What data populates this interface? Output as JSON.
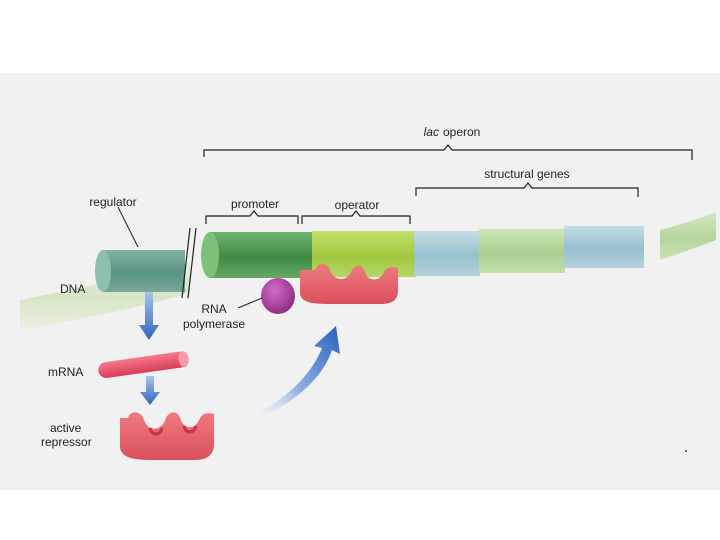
{
  "labels": {
    "lac_italic": "lac",
    "operon_word": "operon",
    "structural_genes": "structural genes",
    "regulator": "regulator",
    "promoter": "promoter",
    "operator": "operator",
    "dna": "DNA",
    "rna_line1": "RNA",
    "rna_line2": "polymerase",
    "mrna": "mRNA",
    "active": "active",
    "repressor": "repressor"
  },
  "colors": {
    "panel": "#f1f1f1",
    "dna_light": "#c8e0a8",
    "regulator_gene": "#5f9a8a",
    "promoter_gene": "#4f9a52",
    "operator_gene": "#a9cf4d",
    "structural_blue": "#a8ccd8",
    "structural_green": "#b9dba0",
    "repressor": "#e8616b",
    "polymerase": "#a3379a",
    "arrow_blue": "#3a6fc4",
    "mrna": "#e6506a"
  }
}
